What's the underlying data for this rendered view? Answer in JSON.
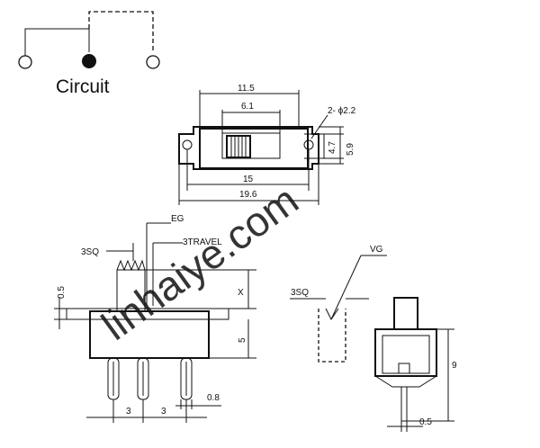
{
  "circuit": {
    "label": "Circuit",
    "terminals": [
      "open",
      "closed",
      "open"
    ]
  },
  "top_view": {
    "dims": {
      "overall_width": "11.5",
      "slot_width": "6.1",
      "hole_spec": "2- ϕ2.2",
      "hole_pitch": "15",
      "flange_length": "19.6",
      "body_height": "4.7",
      "flange_height": "5.9"
    }
  },
  "side_view": {
    "labels": {
      "eg": "EG",
      "sq": "3SQ",
      "travel": "3TRAVEL",
      "x": "X",
      "offset": "0.5",
      "pin_length": "5",
      "pin_pitch_1": "3",
      "pin_pitch_2": "3",
      "pin_width": "0.8"
    }
  },
  "end_view": {
    "labels": {
      "vg": "VG",
      "sq": "3SQ",
      "height": "9",
      "pin_thickness": "0.5"
    }
  },
  "watermark": "linhaiye.com"
}
